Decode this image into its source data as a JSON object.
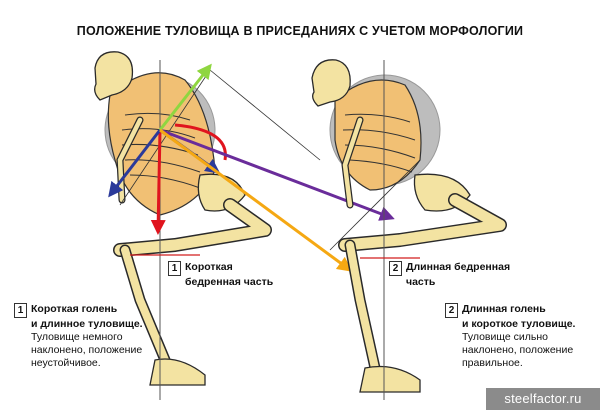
{
  "title": "ПОЛОЖЕНИЕ ТУЛОВИЩА В ПРИСЕДАНИЯХ С УЧЕТОМ МОРФОЛОГИИ",
  "figure1": {
    "number": "1",
    "thigh_label_line1": "Короткая",
    "thigh_label_line2": "бедренная часть",
    "caption_head_line1": "Короткая голень",
    "caption_head_line2": "и длинное туловище.",
    "caption_line1": "Туловище немного",
    "caption_line2": "наклонено, положение",
    "caption_line3": "неустойчивое."
  },
  "figure2": {
    "number": "2",
    "thigh_label_line1": "Длинная бедренная",
    "thigh_label_line2": "часть",
    "caption_head_line1": "Длинная голень",
    "caption_head_line2": "и короткое туловище.",
    "caption_line1": "Туловище сильно",
    "caption_line2": "наклонено, положение",
    "caption_line3": "правильное."
  },
  "watermark": "steelfactor.ru",
  "colors": {
    "bone": "#f3e3a2",
    "bone_outline": "#2a2a2a",
    "muscle_orange": "#f1c074",
    "plate_gray": "#bdbdbd",
    "arrow_red": "#e0141e",
    "arrow_blue": "#2b3a9a",
    "arrow_purple": "#6a2c9a",
    "arrow_green": "#8fd640",
    "arrow_orange": "#f5a813",
    "guide_red": "#d21e1e"
  }
}
